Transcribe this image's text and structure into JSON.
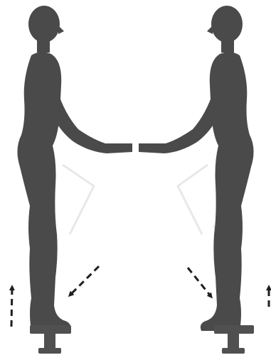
{
  "colors": {
    "background": "#ffffff",
    "figure": "#4a4a4a",
    "platform": "#505050",
    "arrow": "#1e1e1e",
    "faint_lines": "#e8e8e8"
  },
  "figures": [
    {
      "name": "left-figure",
      "facing": "right",
      "platform": "tee-platform"
    },
    {
      "name": "right-figure",
      "facing": "left",
      "platform": "tee-platform"
    }
  ],
  "arrows": [
    {
      "name": "left-heel-raise-arrow",
      "direction": "up",
      "style": "dashed"
    },
    {
      "name": "left-push-arrow",
      "direction": "down-left",
      "style": "dashed"
    },
    {
      "name": "right-push-arrow",
      "direction": "down-right",
      "style": "dashed"
    },
    {
      "name": "right-heel-raise-arrow",
      "direction": "up",
      "style": "dashed"
    }
  ]
}
